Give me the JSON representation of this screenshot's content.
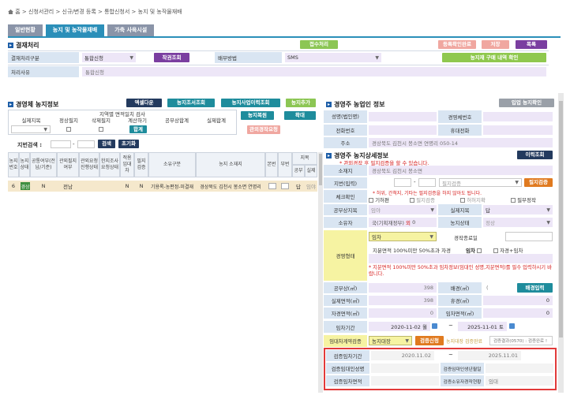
{
  "breadcrumb": [
    "홈",
    "신청서관리",
    "신규/변경 등록",
    "통합신청서",
    "농지 및 농작물재배"
  ],
  "tabs": [
    "일반현황",
    "농지 및 농작물재배",
    "가축 사육시설"
  ],
  "approval": {
    "title": "결재처리",
    "btn_receive": "접수처리",
    "btn_confirm": "등록확인완료",
    "btn_save": "저장",
    "btn_list": "목록",
    "type_label": "결재처리구분",
    "type_value": "통합신청",
    "btn_user": "작권조회",
    "method_label": "배부방법",
    "method_value": "SMS",
    "btn_history": "농지재 구매 내역 확인",
    "reason_label": "처리사유",
    "reason_value": "통합신청"
  },
  "land_info": {
    "title": "경영체 농지정보",
    "btn_excel": "엑셀다운",
    "btn_lookup": "농지조서조회",
    "btn_usage": "농지사업이력조회",
    "btn_add": "농지추가",
    "btn_restore": "농지복원",
    "btn_expand": "확대",
    "btn_region": "관외경작요청",
    "filter_group_title": "지역별 면적일치 검사",
    "filter_heads": [
      "실제지목",
      "정상필지",
      "삭제필지",
      "계산하기",
      "공부상합계",
      "실제합계"
    ],
    "btn_calc": "합계",
    "search_label": "지번검색 :",
    "search_dash": "-",
    "btn_search": "검색",
    "btn_reset": "초기화",
    "columns": [
      "농지번호",
      "농지상태",
      "공통여부(전남/기준)",
      "관외필지여부",
      "관외요청진행상태",
      "한지조사요청상태",
      "적용임대차",
      "필지검증",
      "소유구분",
      "농지 소재지",
      "본번",
      "부번",
      "지목",
      "공부",
      "실제"
    ],
    "row": {
      "no": "6",
      "state": "경상",
      "flag1": "N",
      "flag2": "전남",
      "flag3": "N",
      "flag4": "N",
      "owner": "기용록-농편정-미결재",
      "address": "경상북도 김천시 봉소면 연명리",
      "jimok_public": "답",
      "jimok_real": "임야"
    }
  },
  "owner": {
    "title": "경영주 농업인 정보",
    "btn_lookup": "입업 농지확인",
    "name_label": "성명(법인명)",
    "name_value": "",
    "id_label": "경영체번호",
    "id_value": "",
    "phone_label": "전화번호",
    "phone_value": "",
    "mobile_label": "휴대전화",
    "mobile_value": "",
    "addr_label": "주소",
    "addr_value": "경상북도 김천시 봉소면 연명리 050-14"
  },
  "detail": {
    "title": "경영주 농지상세정보",
    "btn_history": "이력조회",
    "notice": "* 관외경작 후 필지검증을 할 수 있습니다.",
    "loc_label": "소재지",
    "loc_value": "경상북도 김천시 봉소면 ",
    "jibun_label": "지번(입력)",
    "jibun_dash": "-",
    "jibun_hint": "필지검증",
    "btn_verify": "필지검증",
    "check_label": "체크확인",
    "check_notice": "* 허위, 간척지, 기타는 필지검증을 하지 않아도 됩니다.",
    "check_items": [
      "기허편",
      "필지검증",
      "허허지확",
      "필부정작"
    ],
    "jimok_public_label": "공부상지목",
    "jimok_public_value": "임야",
    "jimok_real_label": "실제지목",
    "jimok_real_value": "답",
    "owner_type_label": "소유자",
    "owner_type_value": "국(기획재정부)",
    "owner_type_extra": "외",
    "owner_type_count": "0",
    "status_label": "농지상태",
    "status_value": "정상",
    "manage_label": "경영형태",
    "manage_select": "임차",
    "manage_sub_label": "경작종료일",
    "manage_desc": "지분면적 100%미만 50%초과 자경",
    "manage_chk1": "임차",
    "manage_chk2": "자경+임차",
    "manage_warn": "* 지분면적 100%미만 50%초과 임차정보(임대인 성명,지분면적)를 필수 입력하시기 바랍니다.",
    "area_public_label": "공부상(㎡)",
    "area_public_value": "398",
    "area_ratio_label": "배경(㎡)",
    "area_ratio_value": "(",
    "btn_area": "배경입력",
    "area_real_label": "실제면적(㎡)",
    "area_real_value": "398",
    "area_rest_label": "휴경(㎡)",
    "area_rest_value": "0",
    "area_own_label": "자경면적(㎡)",
    "area_own_value": "0",
    "area_lease_label": "임차면적(㎡)",
    "area_lease_value": "0",
    "period_label": "임차기간",
    "period_from": "2020-11-02 월",
    "period_sep": "~",
    "period_to": "2025-11-01 토",
    "contract_label": "임대차계약검증",
    "contract_value": "농지대장",
    "btn_contract": "검증신청",
    "contract_note": "농지대장 검증완료",
    "contract_msg": "검증결과(0570) : 검증완료 !"
  },
  "verify": {
    "period_label": "검증임차기간",
    "period_from": "2020.11.02",
    "period_sep": "~",
    "period_to": "2025.11.01",
    "landlord_label": "검증임대인성명",
    "landlord_value": "",
    "landlord_birth_label": "검증임대인생년월일",
    "landlord_birth_value": "",
    "area_label": "검증임차면적",
    "area_value": "",
    "jimok_label": "검증소유자경작현황",
    "jimok_value": "임대"
  },
  "colors": {
    "tab_active": "#2b8fb9",
    "label_bg": "#d9e5f2",
    "field_bg": "#ede6f7",
    "highlight": "#f6f3a2",
    "alert_border": "#e23a3a"
  }
}
